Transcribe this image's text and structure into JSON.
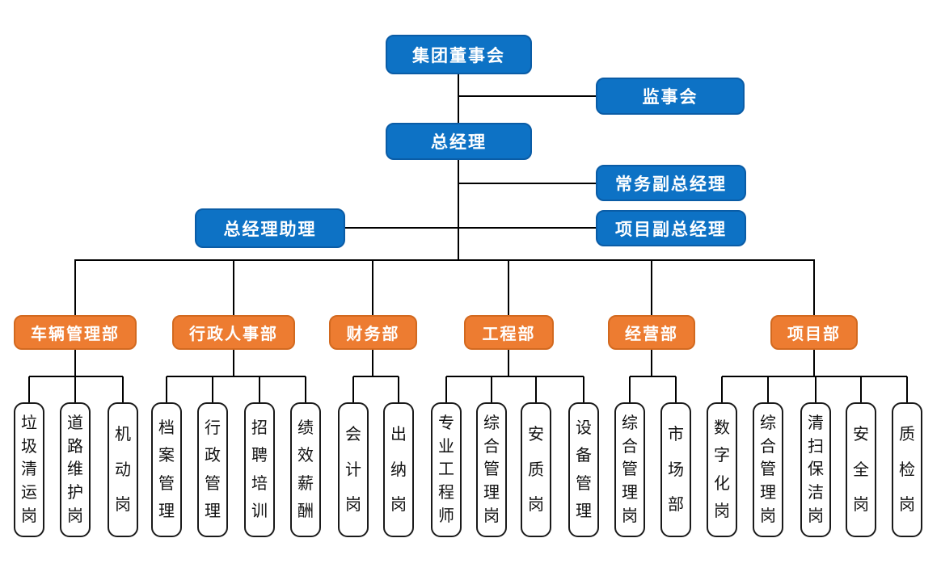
{
  "colors": {
    "node_blue": "#0d72c5",
    "node_blue_border": "#0a5ca6",
    "node_orange": "#ed7c31",
    "node_orange_border": "#d2691f",
    "position_fill": "#ffffff",
    "position_border": "#1a1a1a",
    "connector": "#000000"
  },
  "org": {
    "board": "集团董事会",
    "supervisory": "监事会",
    "gm": "总经理",
    "exec_deputy_gm": "常务副总经理",
    "project_deputy_gm": "项目副总经理",
    "gm_assistant": "总经理助理",
    "departments": [
      {
        "label": "车辆管理部",
        "positions": [
          "垃圾清运岗",
          "道路维护岗",
          "机动岗"
        ]
      },
      {
        "label": "行政人事部",
        "positions": [
          "档案管理",
          "行政管理",
          "招聘培训",
          "绩效薪酬"
        ]
      },
      {
        "label": "财务部",
        "positions": [
          "会计岗",
          "出纳岗"
        ]
      },
      {
        "label": "工程部",
        "positions": [
          "专业工程师",
          "综合管理岗",
          "安质岗",
          "设备管理"
        ]
      },
      {
        "label": "经营部",
        "positions": [
          "综合管理岗",
          "市场部"
        ]
      },
      {
        "label": "项目部",
        "positions": [
          "数字化岗",
          "综合管理岗",
          "清扫保洁岗",
          "安全岗",
          "质检岗"
        ]
      }
    ]
  }
}
